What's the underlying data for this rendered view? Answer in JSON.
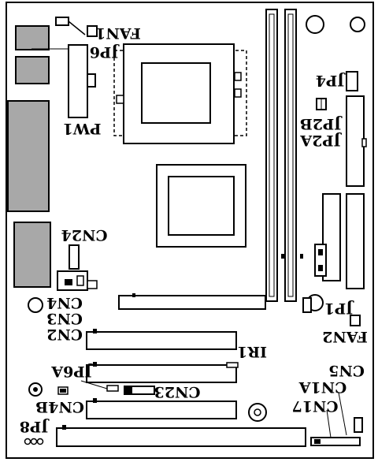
{
  "labels": {
    "fan1": "FAN1",
    "jp6": "JP6",
    "jp4": "JP4",
    "jp2b": "JP2B",
    "jp2a": "JP2A",
    "pw1": "PW1",
    "cn24": "CN24",
    "cn4": "CN4",
    "cn3": "CN3",
    "cn2": "CN2",
    "jp1": "JP1",
    "fan2": "FAN2",
    "ir1": "IR1",
    "jp6a": "JP6A",
    "cn23": "CN23",
    "cn5": "CN5",
    "cn1a": "CN1A",
    "cn17": "CN17",
    "cn4b": "CN4B",
    "jp8": "JP8"
  },
  "colors": {
    "stroke": "#000000",
    "gray_port": "#a8a8a8",
    "background": "#ffffff"
  }
}
